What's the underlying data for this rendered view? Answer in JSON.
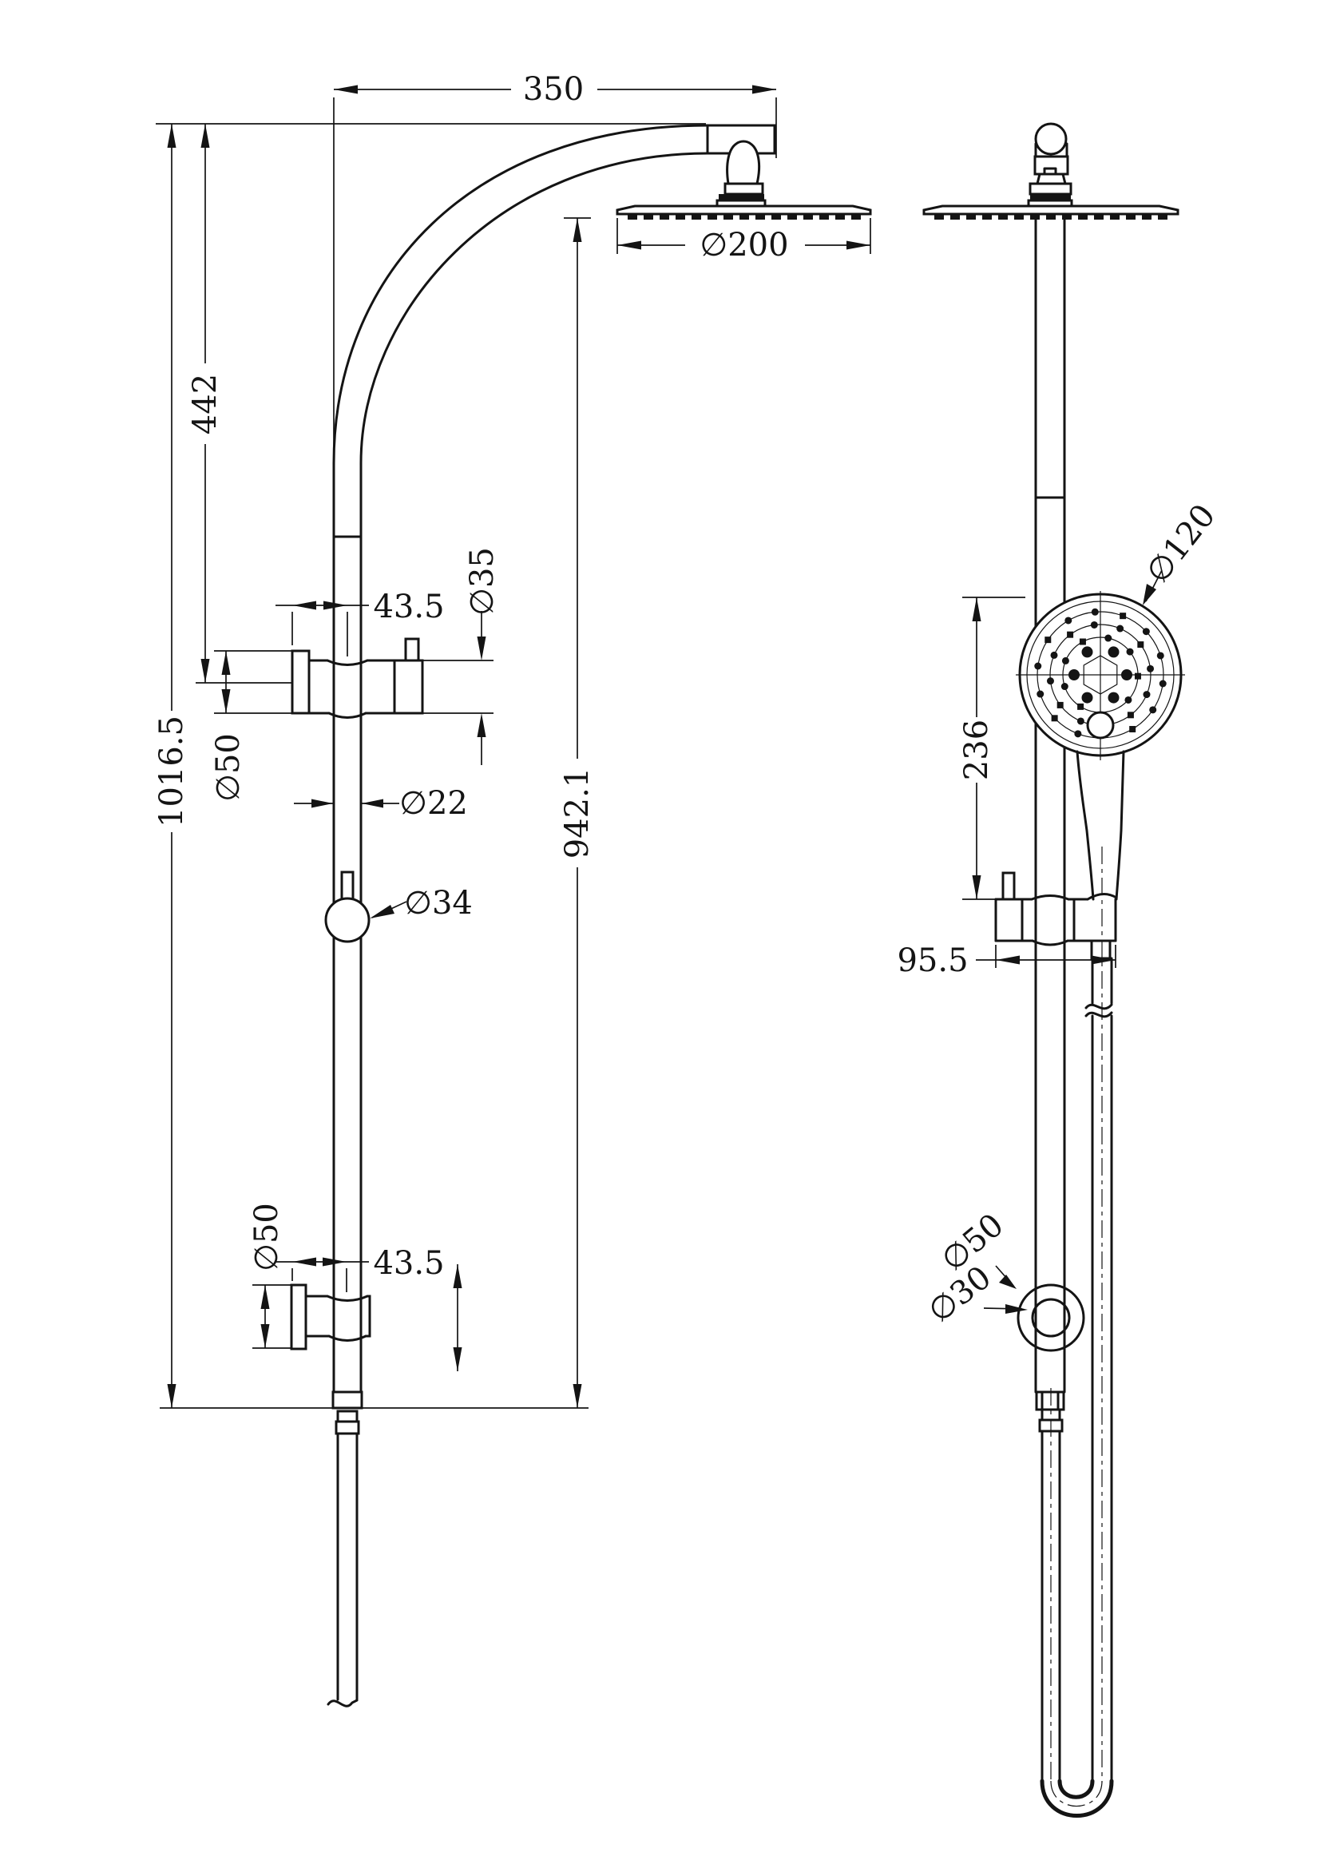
{
  "drawing": {
    "background": "#ffffff",
    "line_color": "#141414",
    "type": "technical drawing - twin shower rail, front and side views"
  },
  "front_view": {
    "dim_arm_reach": "350",
    "dim_head_diameter": "∅200",
    "dim_arm_drop": "442",
    "dim_overall_height": "1016.5",
    "dim_top_bracket_offset": "43.5",
    "dim_top_bracket_body": "∅35",
    "dim_top_bracket_flange": "∅50",
    "dim_rail_diameter": "∅22",
    "dim_slider_ball": "∅34",
    "dim_rail_length": "942.1",
    "dim_bottom_bracket_flange": "∅50",
    "dim_bottom_bracket_offset": "43.5"
  },
  "side_view": {
    "dim_handshower_diameter": "∅120",
    "dim_handshower_length": "236",
    "dim_bracket_depth": "95.5",
    "dim_elbow_outer": "∅50",
    "dim_elbow_inner": "∅30"
  }
}
